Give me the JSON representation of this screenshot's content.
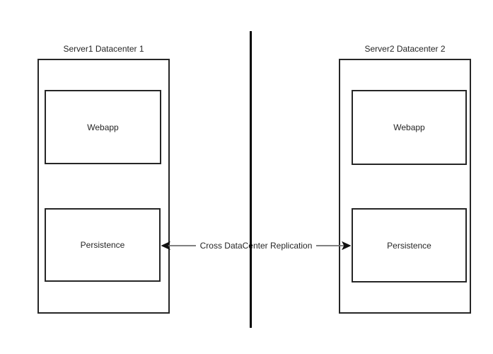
{
  "datacenters": [
    {
      "title": "Server1 Datacenter 1",
      "webapp_label": "Webapp",
      "persistence_label": "Persistence"
    },
    {
      "title": "Server2 Datacenter 2",
      "webapp_label": "Webapp",
      "persistence_label": "Persistence"
    }
  ],
  "replication": {
    "label": "Cross DataCenter Replication"
  },
  "colors": {
    "box_stroke": "#262626",
    "divider": "#000000",
    "arrow_line": "#6e6e6e",
    "arrow_head": "#111111",
    "text": "#262626",
    "background": "#ffffff"
  }
}
